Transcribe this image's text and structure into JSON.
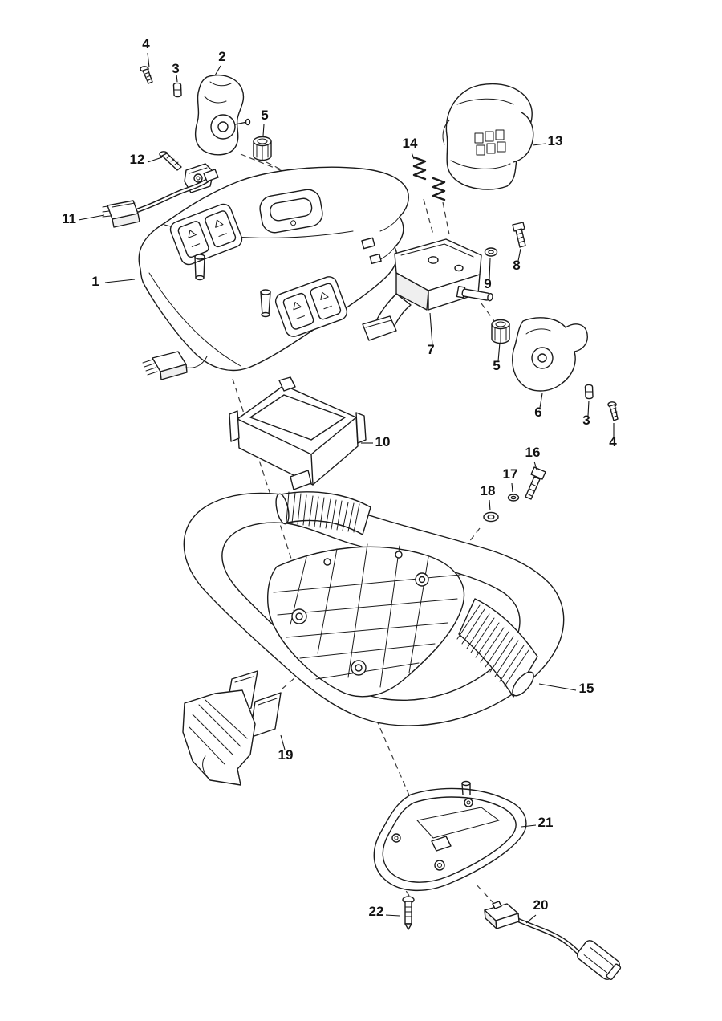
{
  "figure": {
    "background": "#ffffff",
    "line_color": "#1b1b1b",
    "callouts": [
      {
        "label": "4"
      },
      {
        "label": "3"
      },
      {
        "label": "2"
      },
      {
        "label": "5"
      },
      {
        "label": "12"
      },
      {
        "label": "11"
      },
      {
        "label": "1"
      },
      {
        "label": "14"
      },
      {
        "label": "13"
      },
      {
        "label": "8"
      },
      {
        "label": "9"
      },
      {
        "label": "7"
      },
      {
        "label": "5"
      },
      {
        "label": "6"
      },
      {
        "label": "3"
      },
      {
        "label": "4"
      },
      {
        "label": "10"
      },
      {
        "label": "16"
      },
      {
        "label": "17"
      },
      {
        "label": "18"
      },
      {
        "label": "15"
      },
      {
        "label": "19"
      },
      {
        "label": "21"
      },
      {
        "label": "22"
      },
      {
        "label": "20"
      }
    ]
  }
}
